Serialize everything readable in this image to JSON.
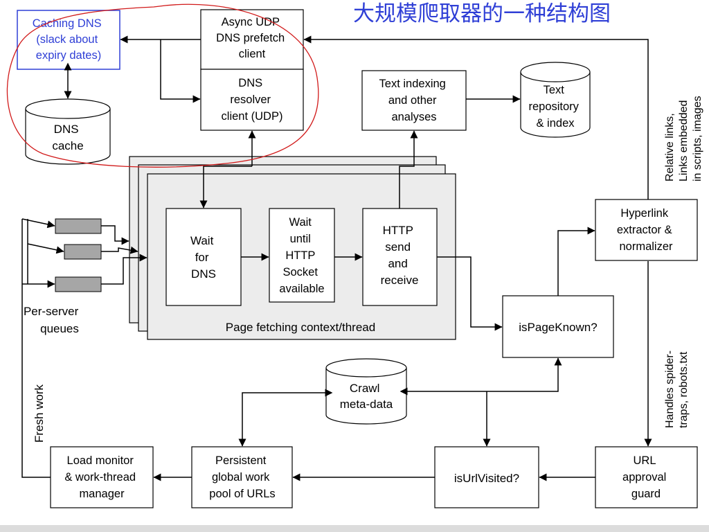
{
  "title": "大规模爬取器的一种结构图",
  "colors": {
    "accent_blue": "#2f3fd6",
    "annotation_red": "#d11a1a",
    "thread_fill": "#ececec",
    "queue_fill": "#a6a6a6"
  },
  "boxes": {
    "caching_dns": [
      "Caching DNS",
      "(slack about",
      "expiry dates)"
    ],
    "async_udp": [
      "Async UDP",
      "DNS prefetch",
      "client"
    ],
    "dns_resolver": [
      "DNS",
      "resolver",
      "client (UDP)"
    ],
    "text_indexing": [
      "Text indexing",
      "and other",
      "analyses"
    ],
    "wait_dns": [
      "Wait",
      "for",
      "DNS"
    ],
    "wait_socket": [
      "Wait",
      "until",
      "HTTP",
      "Socket",
      "available"
    ],
    "http_send": [
      "HTTP",
      "send",
      "and",
      "receive"
    ],
    "hyperlink": [
      "Hyperlink",
      "extractor &",
      "normalizer"
    ],
    "is_page_known": [
      "isPageKnown?"
    ],
    "load_monitor": [
      "Load monitor",
      "& work-thread",
      "manager"
    ],
    "persistent_pool": [
      "Persistent",
      "global work",
      "pool of URLs"
    ],
    "is_url_visited": [
      "isUrlVisited?"
    ],
    "url_guard": [
      "URL",
      "approval",
      "guard"
    ]
  },
  "cylinders": {
    "dns_cache": [
      "DNS",
      "cache"
    ],
    "text_repo": [
      "Text",
      "repository",
      "& index"
    ],
    "crawl_meta": [
      "Crawl",
      "meta-data"
    ]
  },
  "labels": {
    "thread_caption": "Page fetching context/thread",
    "per_server": [
      "Per-server",
      "queues"
    ],
    "fresh_work": "Fresh work",
    "relative_links": [
      "Relative links,",
      "Links embedded",
      "in scripts, images"
    ],
    "spider_traps": [
      "Handles spider-",
      "traps, robots.txt"
    ]
  }
}
